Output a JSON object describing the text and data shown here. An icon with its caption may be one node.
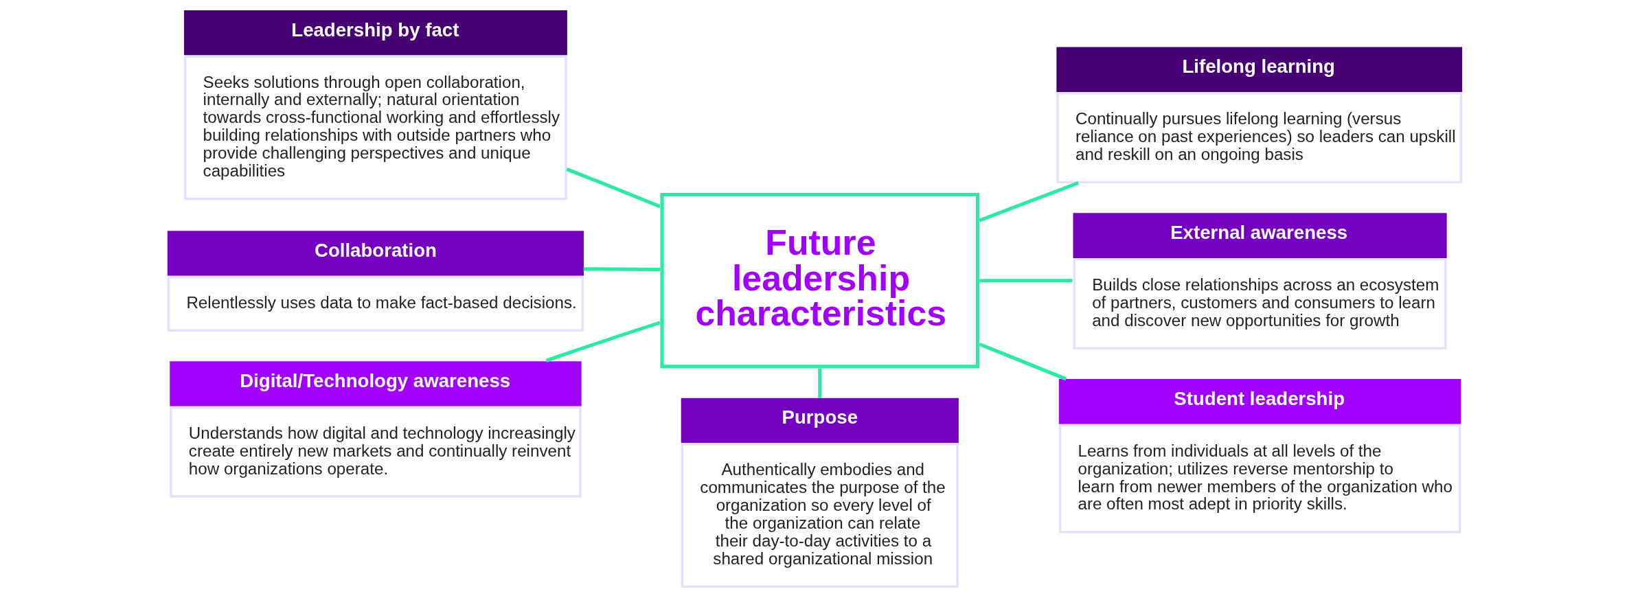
{
  "diagram": {
    "nodes": [
      {
        "text": [
          "Future leadership characteristics"
        ]
      },
      {
        "text": [
          "Leadership by fact",
          "Seeks solutions through open collaboration, internally and externally; natural orientation towards cross-functional working and effortlessly building relationships with outside partners who provide challenging perspectives and unique capabilities"
        ]
      },
      {
        "text": [
          "Collaboration",
          "Relentlessly uses data to make fact-based decisions."
        ]
      },
      {
        "text": [
          "Digital/Technology awareness",
          "Understands how digital and technology increasingly create entirely new markets and continually reinvent how organizations operate."
        ]
      },
      {
        "text": [
          "Purpose",
          "Authentically embodies and communicates the purpose of the organization so every level of the organization can relate their day-to-day activities to a shared organizational mission"
        ]
      },
      {
        "text": [
          "Lifelong learning",
          "Continually pursues lifelong learning (versus reliance on past experiences) so leaders can upskill and reskill on an ongoing basis"
        ]
      },
      {
        "text": [
          "External awareness",
          "Builds close relationships across an ecosystem of partners, customers and consumers to learn and discover new opportunities for growth"
        ]
      },
      {
        "text": [
          "Student leadership",
          "Learns from individuals at all levels of the organization; utilizes reverse mentorship to learn from newer members of the organization who are often most adept in priority skills."
        ]
      }
    ],
    "edges": [
      {
        "from": 0,
        "to": 1,
        "arrow": "none"
      },
      {
        "from": 0,
        "to": 2,
        "arrow": "none"
      },
      {
        "from": 0,
        "to": 3,
        "arrow": "none"
      },
      {
        "from": 0,
        "to": 4,
        "arrow": "none"
      },
      {
        "from": 0,
        "to": 5,
        "arrow": "none"
      },
      {
        "from": 0,
        "to": 6,
        "arrow": "none"
      },
      {
        "from": 0,
        "to": 7,
        "arrow": "none"
      }
    ]
  }
}
